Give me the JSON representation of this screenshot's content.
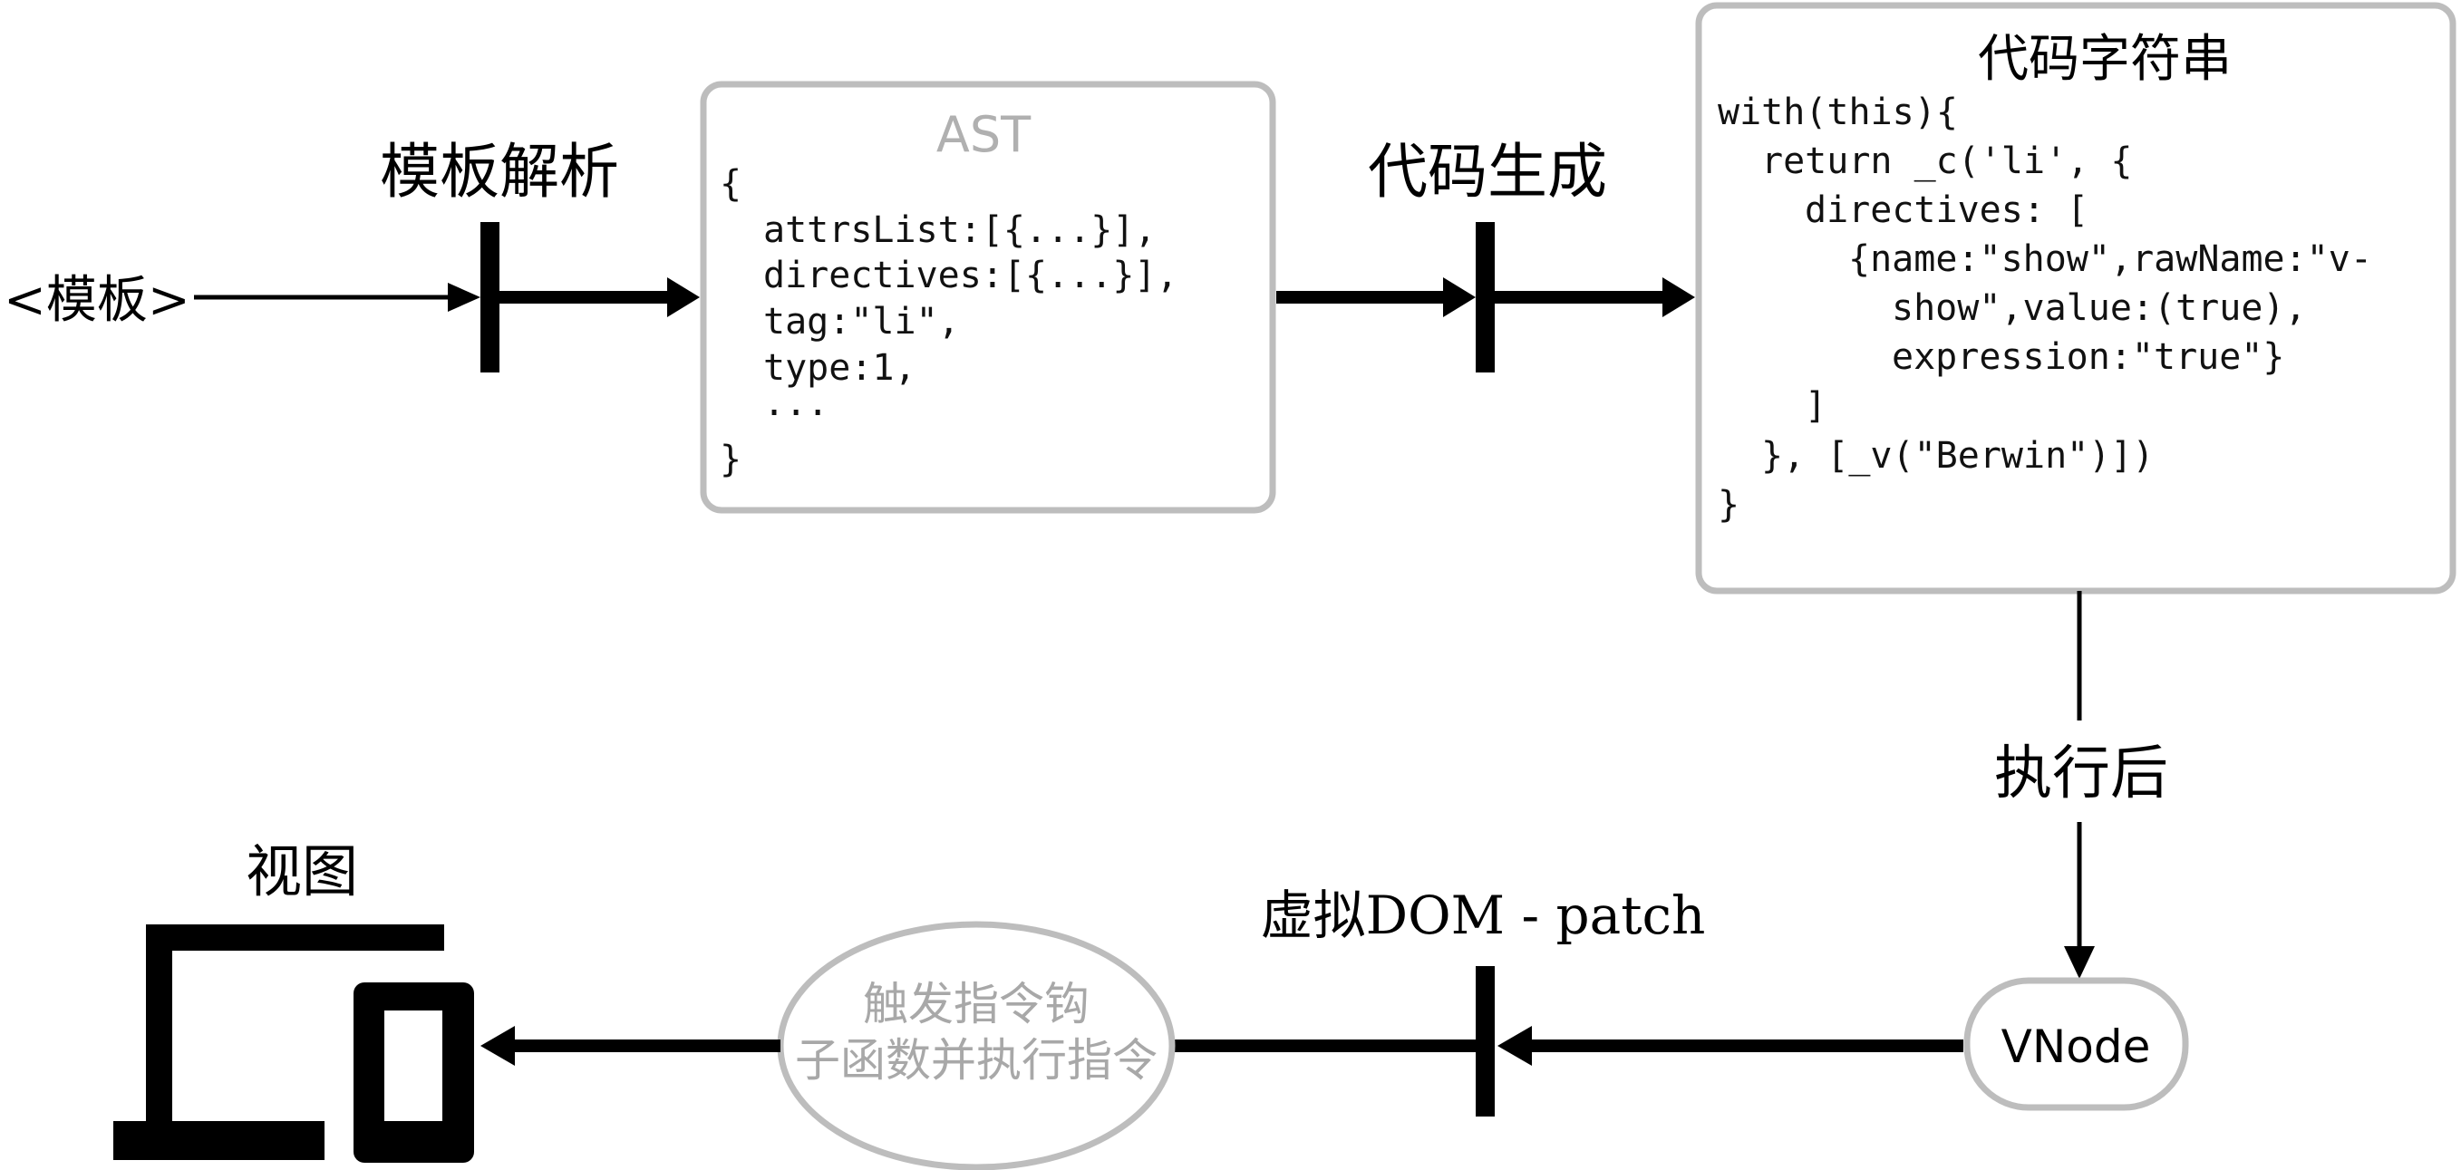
{
  "input_label": "<模板>",
  "stage_parse_label": "模板解析",
  "ast_box": {
    "title": "AST",
    "lines": [
      "{",
      "attrsList:[{...}],",
      "directives:[{...}],",
      "tag:\"li\",",
      "type:1,",
      "···",
      "}"
    ]
  },
  "stage_codegen_label": "代码生成",
  "code_box": {
    "title": "代码字符串",
    "lines": [
      "with(this){",
      "return _c('li', {",
      "directives: [",
      "{name:\"show\",rawName:\"v-",
      "show\",value:(true),",
      "expression:\"true\"}",
      "]",
      "}, [_v(\"Berwin\")])",
      "}"
    ]
  },
  "execute_label": "执行后",
  "vnode_label": "VNode",
  "patch_label": "虚拟DOM - patch",
  "directive_hook_lines": [
    "触发指令钩",
    "子函数并执行指令"
  ],
  "view_label": "视图",
  "colors": {
    "box_border": "#bdbdbd",
    "muted_text": "#a8a8a8",
    "stroke": "#000000"
  }
}
